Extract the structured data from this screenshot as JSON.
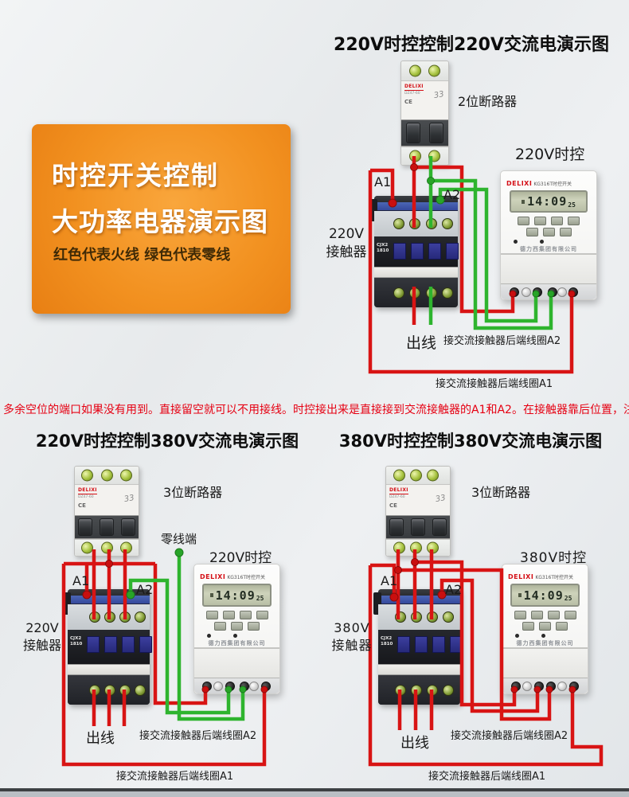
{
  "banner": {
    "title_line1": "时控开关控制",
    "title_line2": "大功率电器演示图",
    "legend": "红色代表火线  绿色代表零线"
  },
  "note": "多余空位的端口如果没有用到。直接留空就可以不用接线。时控接出来是直接接到交流接触器的A1和A2。在接触器靠后位置，注意查找",
  "colors": {
    "live_wire_red": "#d81414",
    "neutral_wire_green": "#2eb42e",
    "banner_orange": "#f29120",
    "note_red": "#e60012"
  },
  "devices": {
    "breaker": {
      "brand": "DELIXI",
      "model": "DZ47-60",
      "ce_mark": "CE",
      "handwritten_mark": "33"
    },
    "contactor": {
      "model": "CJX2",
      "rating": "1810"
    },
    "timer": {
      "brand": "DELIXI",
      "model": "KG316T时控开关",
      "lcd_time": "14:09",
      "lcd_seconds": "25",
      "company": "德力西集团有限公司"
    }
  },
  "diagrams": [
    {
      "title": "220V时控控制220V交流电演示图",
      "breaker_label": "2位断路器",
      "timer_label": "220V时控",
      "terminal_a1": "A1",
      "terminal_a2": "A2",
      "contactor_label_line1": "220V",
      "contactor_label_line2": "接触器",
      "outlet_label": "出线",
      "coil_a2_label": "接交流接触器后端线圈A2",
      "coil_a1_label": "接交流接触器后端线圈A1"
    },
    {
      "title": "220V时控控制380V交流电演示图",
      "breaker_label": "3位断路器",
      "neutral_label": "零线端",
      "timer_label": "220V时控",
      "terminal_a1": "A1",
      "terminal_a2": "A2",
      "contactor_label_line1": "220V",
      "contactor_label_line2": "接触器",
      "outlet_label": "出线",
      "coil_a2_label": "接交流接触器后端线圈A2",
      "coil_a1_label": "接交流接触器后端线圈A1"
    },
    {
      "title": "380V时控控制380V交流电演示图",
      "breaker_label": "3位断路器",
      "timer_label": "380V时控",
      "terminal_a1": "A1",
      "terminal_a2": "A2",
      "contactor_label_line1": "380V",
      "contactor_label_line2": "接触器",
      "outlet_label": "出线",
      "coil_a2_label": "接交流接触器后端线圈A2",
      "coil_a1_label": "接交流接触器后端线圈A1"
    }
  ]
}
